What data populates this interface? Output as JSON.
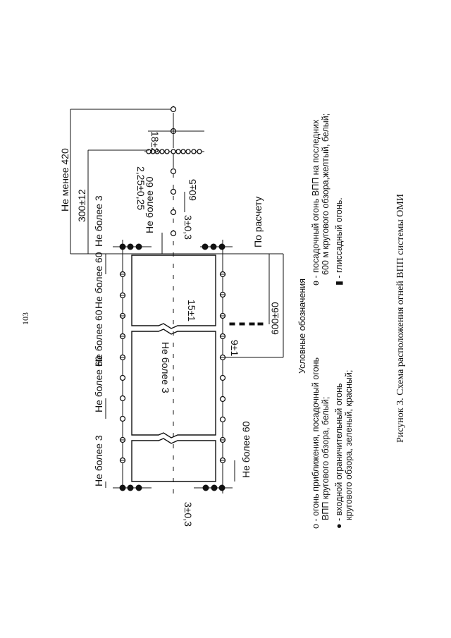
{
  "page_number": "103",
  "diagram": {
    "dimensions": {
      "not_less_420": "Не менее 420",
      "d300": "300±12",
      "not_more_3_top": "Не более 3",
      "d2_25": "2,25±0,25",
      "d18": "18±2",
      "not_more_60_a": "Не более 60",
      "d60_5": "60±5",
      "d3_03_top": "3±0,3",
      "not_more_60_b": "Не более 60",
      "d15": "15±1",
      "not_more_3_mid": "Не более 3",
      "po_raschetu": "По расчету",
      "d9": "9±1",
      "d600": "600±60",
      "not_more_60_c": "Не более 60",
      "not_more_60_d": "Не более 60",
      "not_more_3_bot": "Не более 3",
      "not_more_60_e": "Не более 60",
      "d3_03_bot": "3±0,3"
    }
  },
  "legend": {
    "title": "Условные обозначения",
    "items": [
      {
        "symbol": "open-circle-icon",
        "line1": "о - огонь приближения, посадочный огонь",
        "line2": "ВПП кругового обзора, белый;"
      },
      {
        "symbol": "filled-circle-icon",
        "line1": "● - входной ограничительный огонь",
        "line2": "кругового обзора, зеленый, красный;"
      },
      {
        "symbol": "crossed-circle-icon",
        "line1": "ө - посадочный огонь ВПП на последних",
        "line2": "600 м кругового обзора,желтый, белый;"
      },
      {
        "symbol": "glide-light-icon",
        "line1": "▮ - глиссадный огонь."
      }
    ]
  },
  "caption": "Рисунок 3. Схема расположения огней ВПП системы ОМИ"
}
